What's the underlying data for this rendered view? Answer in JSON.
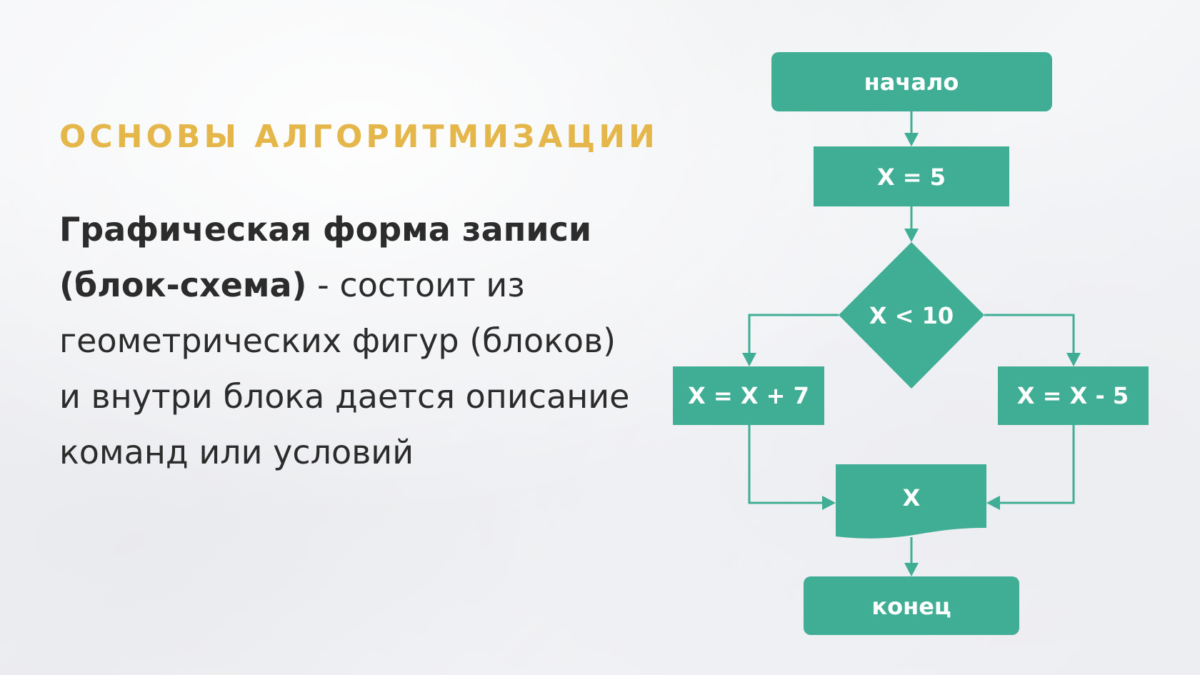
{
  "slide": {
    "subtitle": "ОСНОВЫ АЛГОРИТМИЗАЦИИ",
    "description": {
      "bold_part": "Графическая форма записи (блок-схема)",
      "separator": " - ",
      "regular_part": "состоит из геометрических фигур (блоков) и внутри блока дается описание команд или условий"
    }
  },
  "colors": {
    "accent_gold": "#e5b649",
    "block_green": "#40ae95",
    "text_dark": "#2c2c2c",
    "block_text": "#ffffff"
  },
  "flowchart": {
    "start": {
      "type": "terminator",
      "label": "начало"
    },
    "assign": {
      "type": "process",
      "label": "X = 5"
    },
    "condition": {
      "type": "decision",
      "label": "X < 10"
    },
    "left_branch": {
      "type": "process",
      "label": "X = X + 7"
    },
    "right_branch": {
      "type": "process",
      "label": "X = X - 5"
    },
    "output": {
      "type": "document-output",
      "label": "X"
    },
    "end": {
      "type": "terminator",
      "label": "конец"
    },
    "edges": [
      {
        "from": "start",
        "to": "assign"
      },
      {
        "from": "assign",
        "to": "condition"
      },
      {
        "from": "condition",
        "to": "left_branch",
        "side": "left"
      },
      {
        "from": "condition",
        "to": "right_branch",
        "side": "right"
      },
      {
        "from": "left_branch",
        "to": "output"
      },
      {
        "from": "right_branch",
        "to": "output"
      },
      {
        "from": "output",
        "to": "end"
      }
    ]
  }
}
